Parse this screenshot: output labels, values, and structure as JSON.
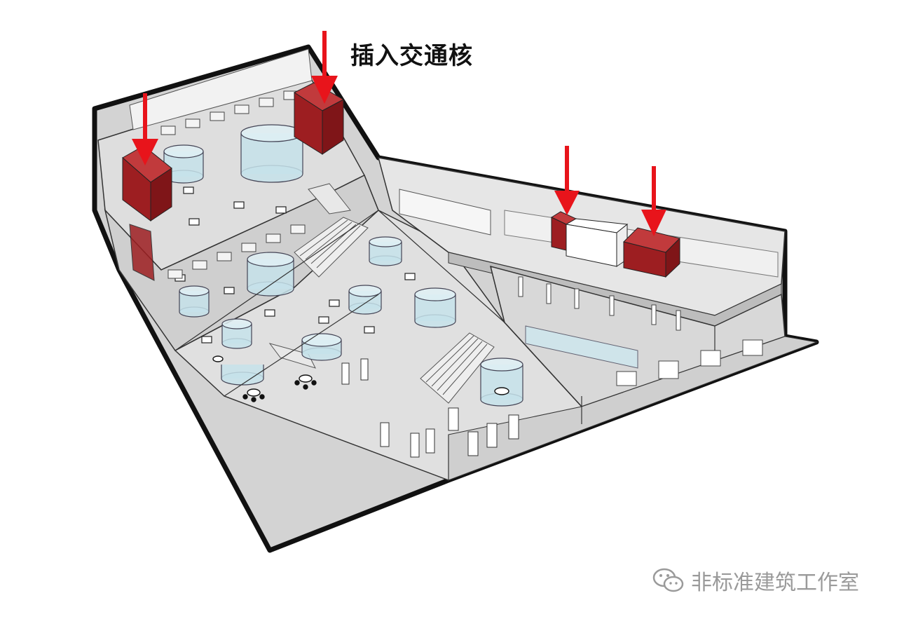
{
  "annotation": {
    "text": "插入交通核"
  },
  "watermark": {
    "icon": "wechat-icon",
    "text": "非标准建筑工作室"
  },
  "colors": {
    "core_red": "#a01f22",
    "arrow_red": "#e8141b",
    "floor_gray": "#d6d6d6",
    "glass_blue": "#bfe0e8",
    "outline": "#111111"
  },
  "cores_count": 5,
  "arrows_count": 4
}
